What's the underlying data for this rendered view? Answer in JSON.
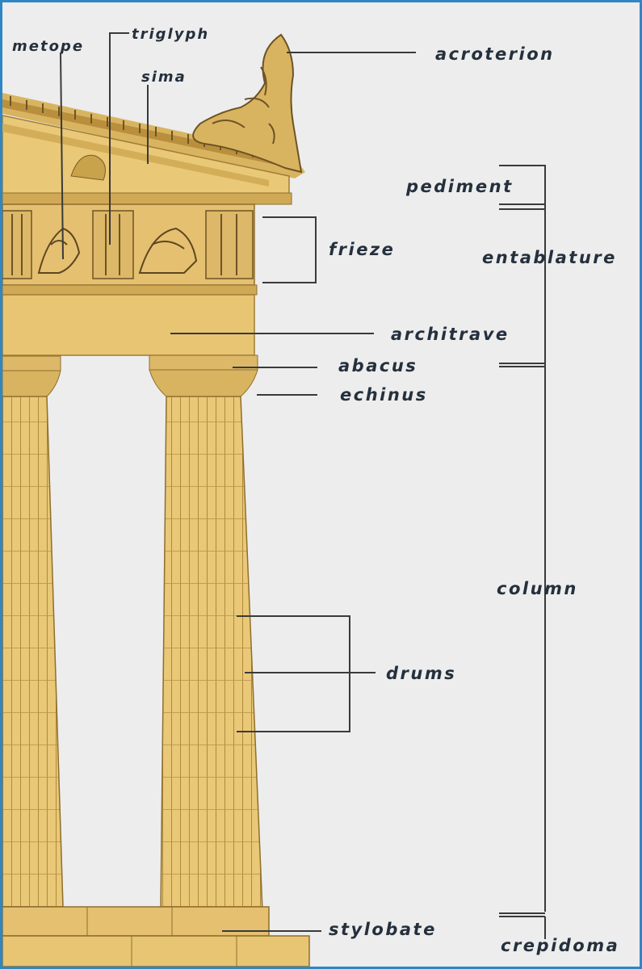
{
  "labels": {
    "metope": "metope",
    "triglyph": "triglyph",
    "sima": "sima",
    "acroterion": "acroterion",
    "pediment": "pediment",
    "frieze": "frieze",
    "entablature": "entablature",
    "architrave": "architrave",
    "abacus": "abacus",
    "echinus": "echinus",
    "column": "column",
    "drums": "drums",
    "stylobate": "stylobate",
    "crepidoma": "crepidoma"
  },
  "colors": {
    "stone": "#e9c877",
    "stone_shadow": "#c9a24c",
    "line": "#3a3a3a",
    "frame": "#2f86c4",
    "background": "#ededed"
  }
}
